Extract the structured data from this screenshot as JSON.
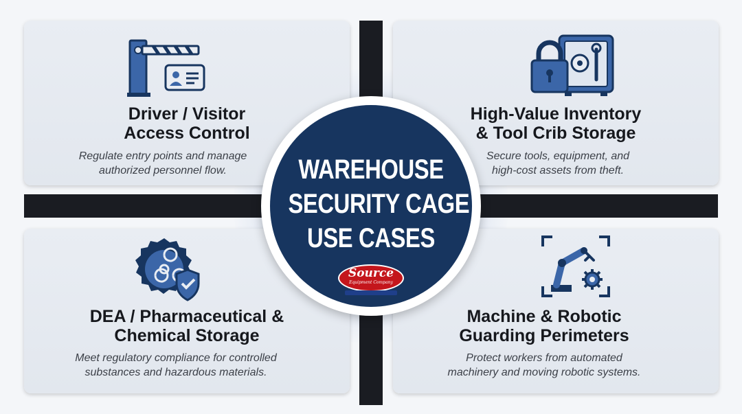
{
  "center": {
    "title_lines": [
      "WAREHOUSE",
      "SECURITY CAGE",
      "USE CASES"
    ],
    "logo": {
      "brand": "Source",
      "tagline": "Equipment Company"
    }
  },
  "quadrants": [
    {
      "title_lines": [
        "Driver / Visitor",
        "Access Control"
      ],
      "description_lines": [
        "Regulate entry points and manage",
        "authorized personnel flow."
      ],
      "icon": "barrier-gate-id-card-icon"
    },
    {
      "title_lines": [
        "High-Value Inventory",
        "& Tool Crib Storage"
      ],
      "description_lines": [
        "Secure tools, equipment, and",
        "high-cost assets from theft."
      ],
      "icon": "padlock-safe-icon"
    },
    {
      "title_lines": [
        "DEA / Pharmaceutical &",
        "Chemical Storage"
      ],
      "description_lines": [
        "Meet regulatory compliance for controlled",
        "substances and hazardous materials."
      ],
      "icon": "biohazard-shield-icon"
    },
    {
      "title_lines": [
        "Machine & Robotic",
        "Guarding Perimeters"
      ],
      "description_lines": [
        "Protect workers from automated",
        "machinery and moving robotic systems."
      ],
      "icon": "robotic-arm-gear-icon"
    }
  ],
  "colors": {
    "navy": "#17355f",
    "icon_blue": "#3b66a8",
    "divider": "#1a1c22",
    "logo_red": "#c4161c"
  }
}
